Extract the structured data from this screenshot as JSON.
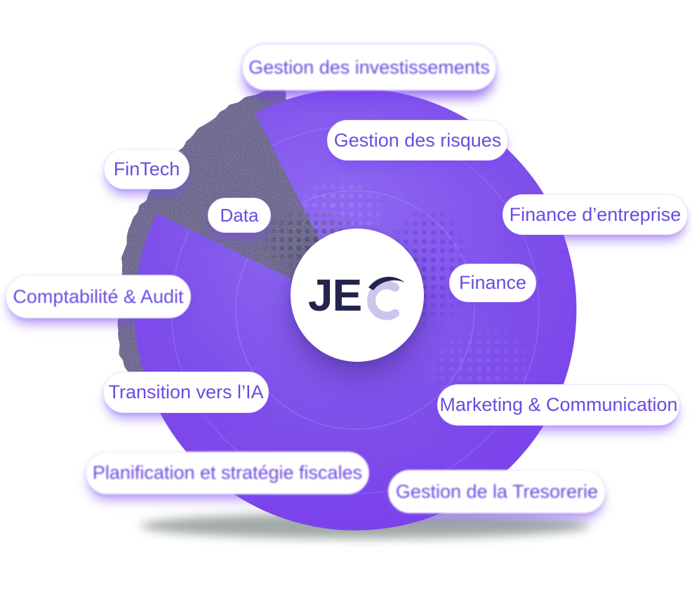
{
  "logo": {
    "je": "JE",
    "c": "C"
  },
  "pills": [
    {
      "label": "Gestion des investissements"
    },
    {
      "label": "Gestion des risques"
    },
    {
      "label": "FinTech"
    },
    {
      "label": "Data"
    },
    {
      "label": "Finance d’entreprise"
    },
    {
      "label": "Finance"
    },
    {
      "label": "Comptabilité & Audit"
    },
    {
      "label": "Transition vers l’IA"
    },
    {
      "label": "Marketing & Communication"
    },
    {
      "label": "Planification et stratégie fiscales"
    },
    {
      "label": "Gestion de la Tresorerie"
    }
  ],
  "colors": {
    "purple_main": "#7C46EC",
    "purple_light": "#8D68F2",
    "dark_texture": "#4E5B54",
    "pill_bg": "#FFFFFF",
    "pill_text": "#6C4BE0",
    "pill_shadow": "#7A4AF2",
    "logo_navy": "#23244E",
    "logo_c_lavender": "#CAC6EC"
  }
}
